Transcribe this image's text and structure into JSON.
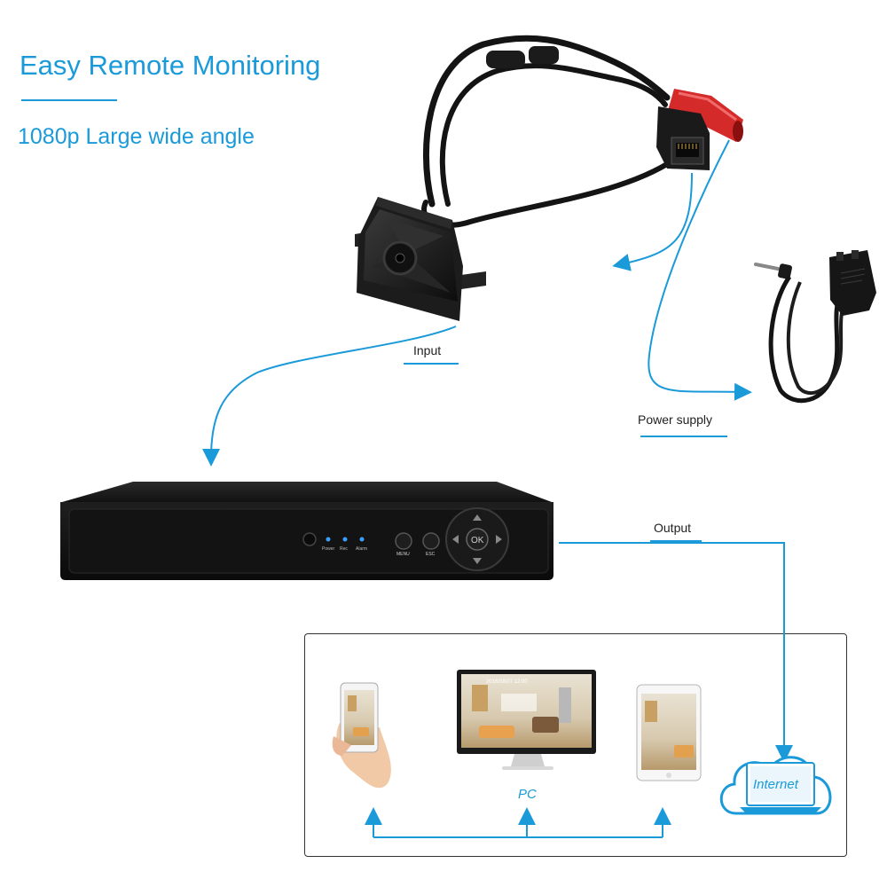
{
  "header": {
    "title": "Easy Remote Monitoring",
    "subtitle": "1080p Large wide angle"
  },
  "labels": {
    "input": "Input",
    "power_supply": "Power supply",
    "output": "Output",
    "pc": "PC",
    "internet": "Internet"
  },
  "nvr": {
    "led_power": "Power",
    "led_rec": "Rec",
    "led_alarm": "Alarm",
    "menu": "MENU",
    "esc": "ESC",
    "ok": "OK"
  },
  "monitor_screen": {
    "timestamp": "2016/08/07 12:00"
  },
  "colors": {
    "accent": "#1a9ad9",
    "device_body": "#151515",
    "led": "#3aa0ff",
    "dc_plug": "#d42a2a"
  },
  "icons": [
    "arrow-icon",
    "cloud-icon",
    "laptop-icon",
    "smartphone-icon",
    "tablet-icon",
    "monitor-icon",
    "hand-icon",
    "power-adapter-icon",
    "rj45-icon"
  ]
}
